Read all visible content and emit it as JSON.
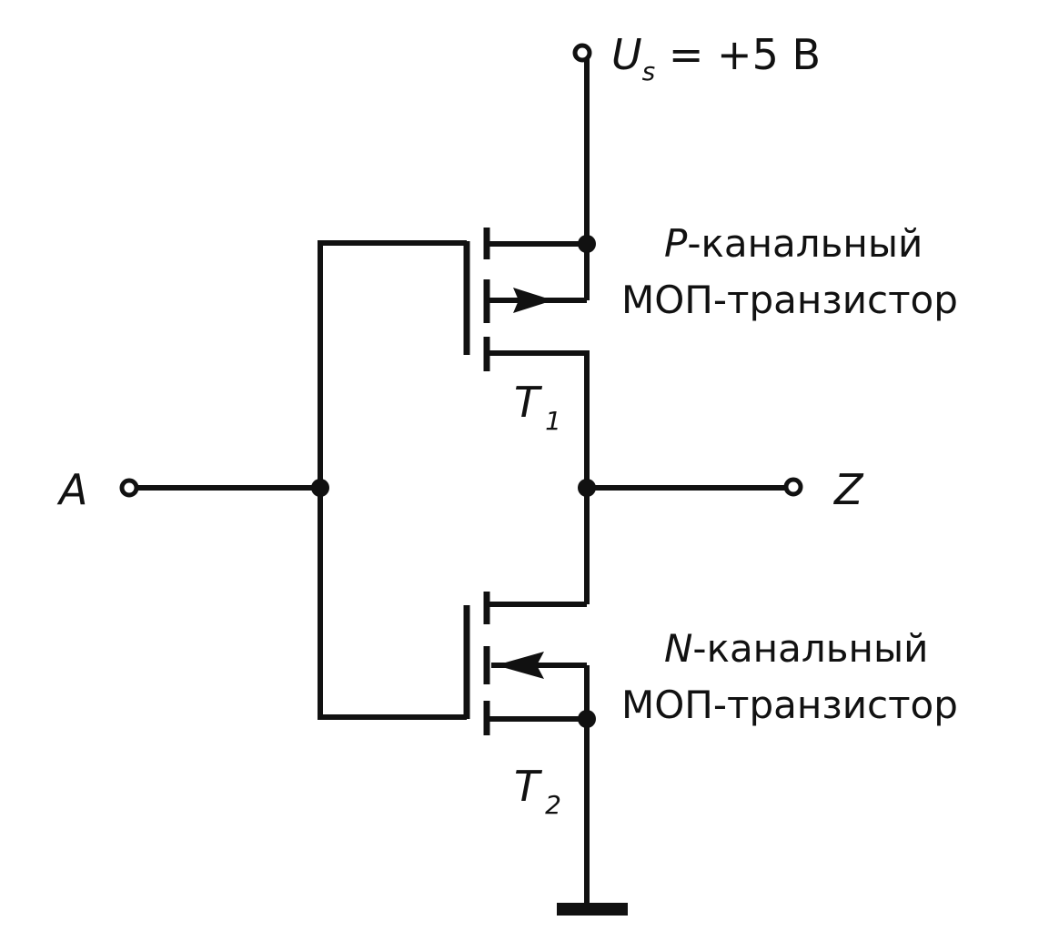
{
  "supply": {
    "symbol": "U",
    "subscript": "s",
    "value": " = +5 В"
  },
  "input": {
    "label": "A"
  },
  "output": {
    "label": "Z"
  },
  "t1": {
    "name": "T",
    "index": "1",
    "type_letter": "P",
    "type_rest": "-канальный",
    "line2": "МОП-транзистор"
  },
  "t2": {
    "name": "T",
    "index": "2",
    "type_letter": "N",
    "type_rest": "-канальный",
    "line2": "МОП-транзистор"
  }
}
